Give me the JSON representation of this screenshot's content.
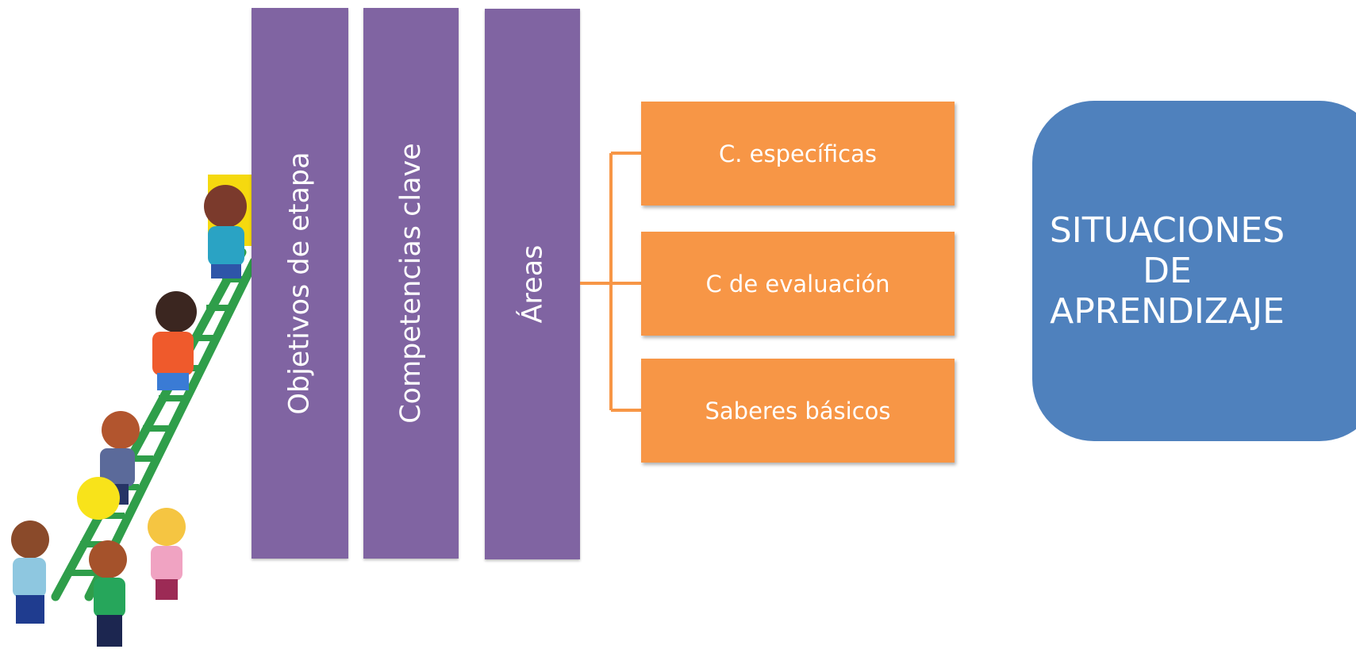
{
  "illustration": {
    "icon": "children-climbing-ladder-icon"
  },
  "pillars": [
    {
      "label": "Objetivos de etapa"
    },
    {
      "label": "Competencias clave"
    },
    {
      "label": "Áreas"
    }
  ],
  "branches": [
    {
      "label": "C. específicas"
    },
    {
      "label": "C de evaluación"
    },
    {
      "label": "Saberes básicos"
    }
  ],
  "result": {
    "line1": "SITUACIONES",
    "line2": "DE",
    "line3": "APRENDIZAJE"
  },
  "colors": {
    "pillar": "#8064a2",
    "branch": "#f79646",
    "result": "#4f81bd"
  }
}
